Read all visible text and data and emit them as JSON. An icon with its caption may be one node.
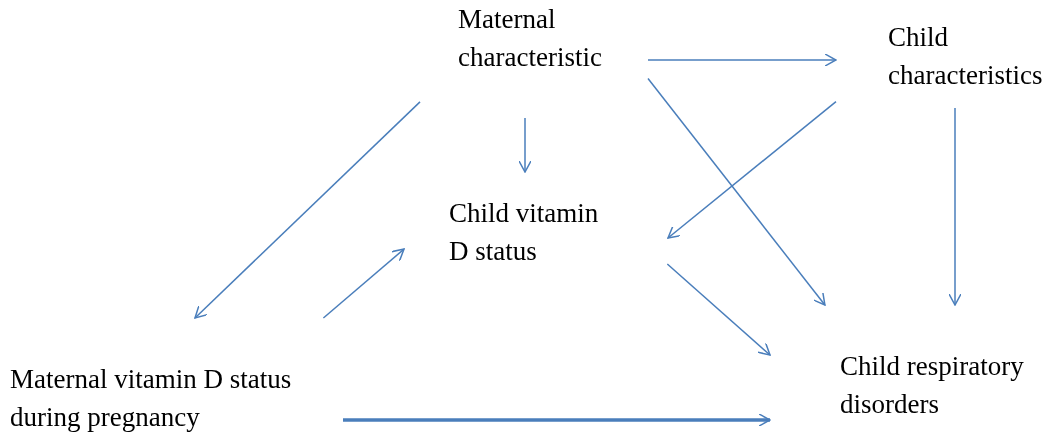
{
  "diagram": {
    "nodes": [
      {
        "text": [
          "Maternal characteristic"
        ]
      },
      {
        "text": [
          "Child characteristics"
        ]
      },
      {
        "text": [
          "Child vitamin D status"
        ]
      },
      {
        "text": [
          "Maternal vitamin D status during pregnancy"
        ]
      },
      {
        "text": [
          "Child respiratory disorders"
        ]
      }
    ],
    "edges": [
      {
        "from": 0,
        "to": 1,
        "arrow": "to"
      },
      {
        "from": 0,
        "to": 3,
        "arrow": "to"
      },
      {
        "from": 0,
        "to": 2,
        "arrow": "to"
      },
      {
        "from": 0,
        "to": 4,
        "arrow": "to"
      },
      {
        "from": 1,
        "to": 2,
        "arrow": "to"
      },
      {
        "from": 1,
        "to": 4,
        "arrow": "to"
      },
      {
        "from": 3,
        "to": 2,
        "arrow": "to"
      },
      {
        "from": 2,
        "to": 4,
        "arrow": "to"
      },
      {
        "from": 3,
        "to": 4,
        "arrow": "to",
        "style": "thick"
      }
    ]
  }
}
